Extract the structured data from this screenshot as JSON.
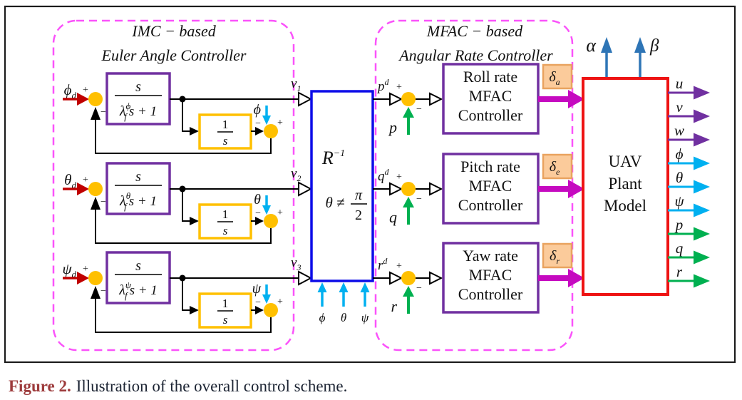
{
  "colors": {
    "purple_box": "#7030A0",
    "gold": "#FFC000",
    "red_arrow": "#C00000",
    "cyan": "#00B0F0",
    "green": "#00B050",
    "blue_box": "#0C0CE8",
    "plant_red": "#EE1313",
    "magenta_dash": "#FA53FA",
    "magenta_arrow": "#C50AC0",
    "steel_blue": "#2E75B6",
    "delta_fill": "#FBCB9B",
    "delta_border": "#E9A35F",
    "caption_label_color": "#9D3B3C",
    "caption_text_color": "#1C2433"
  },
  "signs": {
    "plus": "+",
    "minus": "−"
  },
  "titles": {
    "imc1": "IMC − based",
    "imc2": "Euler Angle Controller",
    "mfac1": "MFAC − based",
    "mfac2": "Angular Rate Controller"
  },
  "imc_rows": [
    {
      "input": "ϕ",
      "sub": "d",
      "tf_num": "s",
      "tf_lambda": "λ",
      "tf_sup": "ϕ",
      "tf_sub": "f",
      "tf_rest": "s + 1",
      "int_num": "1",
      "int_den": "s",
      "fb": "ϕ",
      "nu": "ν",
      "nu_sub": "1"
    },
    {
      "input": "θ",
      "sub": "d",
      "tf_num": "s",
      "tf_lambda": "λ",
      "tf_sup": "θ",
      "tf_sub": "f",
      "tf_rest": "s + 1",
      "int_num": "1",
      "int_den": "s",
      "fb": "θ",
      "nu": "ν",
      "nu_sub": "2"
    },
    {
      "input": "ψ",
      "sub": "d",
      "tf_num": "s",
      "tf_lambda": "λ",
      "tf_sup": "ψ",
      "tf_sub": "f",
      "tf_rest": "s + 1",
      "int_num": "1",
      "int_den": "s",
      "fb": "ψ",
      "nu": "ν",
      "nu_sub": "3"
    }
  ],
  "r_block": {
    "symbol": "R",
    "sup": "−1",
    "cond": "θ ≠",
    "pi": "π",
    "den": "2",
    "in1": "ϕ",
    "in2": "θ",
    "in3": "ψ"
  },
  "rate_rows": [
    {
      "ref": "p",
      "ref_sup": "d",
      "fb": "p",
      "l1": "Roll rate",
      "l2": "MFAC",
      "l3": "Controller",
      "delta": "δ",
      "delta_sub": "a"
    },
    {
      "ref": "q",
      "ref_sup": "d",
      "fb": "q",
      "l1": "Pitch rate",
      "l2": "MFAC",
      "l3": "Controller",
      "delta": "δ",
      "delta_sub": "e"
    },
    {
      "ref": "r",
      "ref_sup": "d",
      "fb": "r",
      "l1": "Yaw rate",
      "l2": "MFAC",
      "l3": "Controller",
      "delta": "δ",
      "delta_sub": "r"
    }
  ],
  "plant": {
    "l1": "UAV",
    "l2": "Plant",
    "l3": "Model",
    "alpha": "α",
    "beta": "β",
    "outputs": [
      {
        "label": "u",
        "color": "#7030A0"
      },
      {
        "label": "v",
        "color": "#7030A0"
      },
      {
        "label": "w",
        "color": "#7030A0"
      },
      {
        "label": "ϕ",
        "color": "#00B0F0"
      },
      {
        "label": "θ",
        "color": "#00B0F0"
      },
      {
        "label": "ψ",
        "color": "#00B0F0"
      },
      {
        "label": "p",
        "color": "#00B050"
      },
      {
        "label": "q",
        "color": "#00B050"
      },
      {
        "label": "r",
        "color": "#00B050"
      }
    ]
  },
  "caption": {
    "label": "Figure 2.",
    "text": "Illustration of the overall control scheme."
  }
}
